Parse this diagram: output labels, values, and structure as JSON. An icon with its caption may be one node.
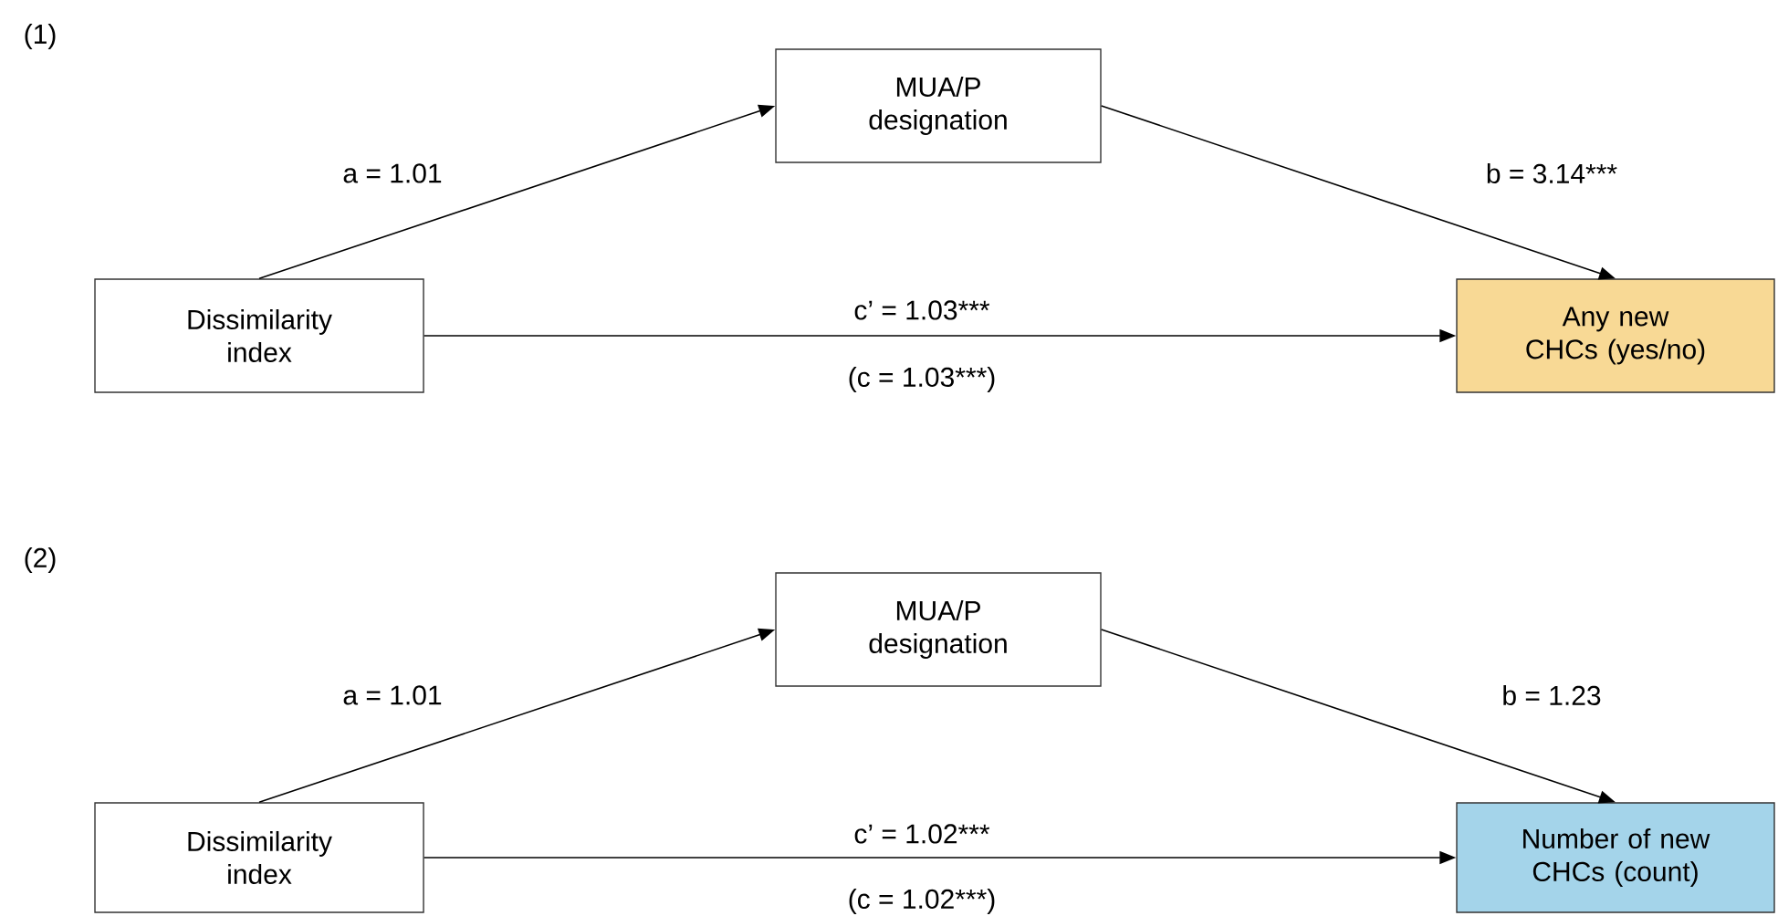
{
  "diagram": {
    "nodes": [
      {
        "text": [
          "Dissimilarity index"
        ]
      },
      {
        "text": [
          "MUA/P designation"
        ]
      },
      {
        "text": [
          "Any new CHCs (yes/no)"
        ]
      },
      {
        "text": [
          "Dissimilarity index"
        ]
      },
      {
        "text": [
          "MUA/P designation"
        ]
      },
      {
        "text": [
          "Number of new CHCs (count)"
        ]
      }
    ],
    "edges": [
      {
        "from": 0,
        "to": 1,
        "arrow": "to",
        "label": "a = 1.01"
      },
      {
        "from": 1,
        "to": 2,
        "arrow": "to",
        "label": "b = 3.14***"
      },
      {
        "from": 0,
        "to": 2,
        "arrow": "to",
        "label": "c’ = 1.03***"
      },
      {
        "from": 3,
        "to": 4,
        "arrow": "to",
        "label": "a = 1.01"
      },
      {
        "from": 4,
        "to": 5,
        "arrow": "to",
        "label": "b = 1.23"
      },
      {
        "from": 3,
        "to": 5,
        "arrow": "to",
        "label": "c’ = 1.02***"
      }
    ],
    "labels": [
      "(1)",
      "(c = 1.03***)",
      "(2)",
      "(c = 1.02***)"
    ]
  }
}
